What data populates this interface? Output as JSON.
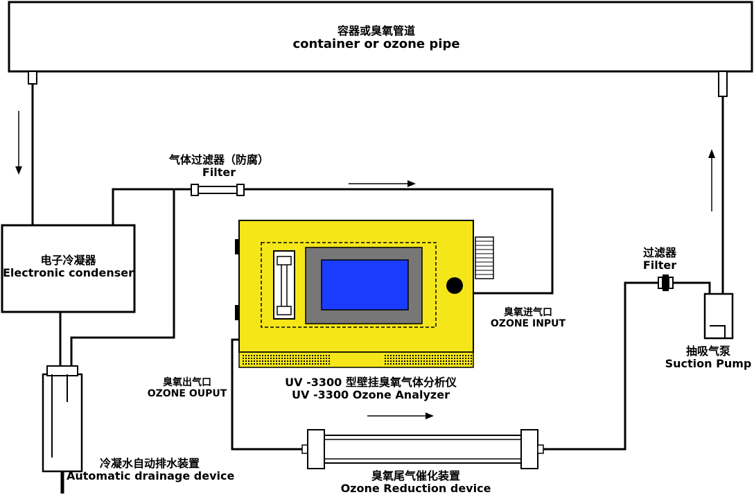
{
  "container": {
    "cn": "容器或臭氧管道",
    "en": "container or ozone pipe"
  },
  "condenser": {
    "cn": "电子冷凝器",
    "en": "Electronic condenser"
  },
  "filter_left": {
    "cn": "气体过滤器（防腐）",
    "en": "Filter"
  },
  "filter_right": {
    "cn": "过滤器",
    "en": "Filter"
  },
  "ozone_input": {
    "cn": "臭氧进气口",
    "en": "OZONE INPUT"
  },
  "ozone_output": {
    "cn": "臭氧出气口",
    "en": "OZONE OUPUT"
  },
  "analyzer": {
    "cn": "UV -3300 型壁挂臭氧气体分析仪",
    "en": "UV -3300 Ozone Analyzer"
  },
  "pump": {
    "cn": "抽吸气泵",
    "en": "Suction Pump"
  },
  "drainage": {
    "cn": "冷凝水自动排水装置",
    "en": "Automatic drainage device"
  },
  "reduction": {
    "cn": "臭氧尾气催化装置",
    "en": "Ozone Reduction device"
  },
  "colors": {
    "analyzer_body": "#f5e61a",
    "screen": "#1a3cff",
    "screen_frame": "#777777",
    "line": "#000000"
  }
}
